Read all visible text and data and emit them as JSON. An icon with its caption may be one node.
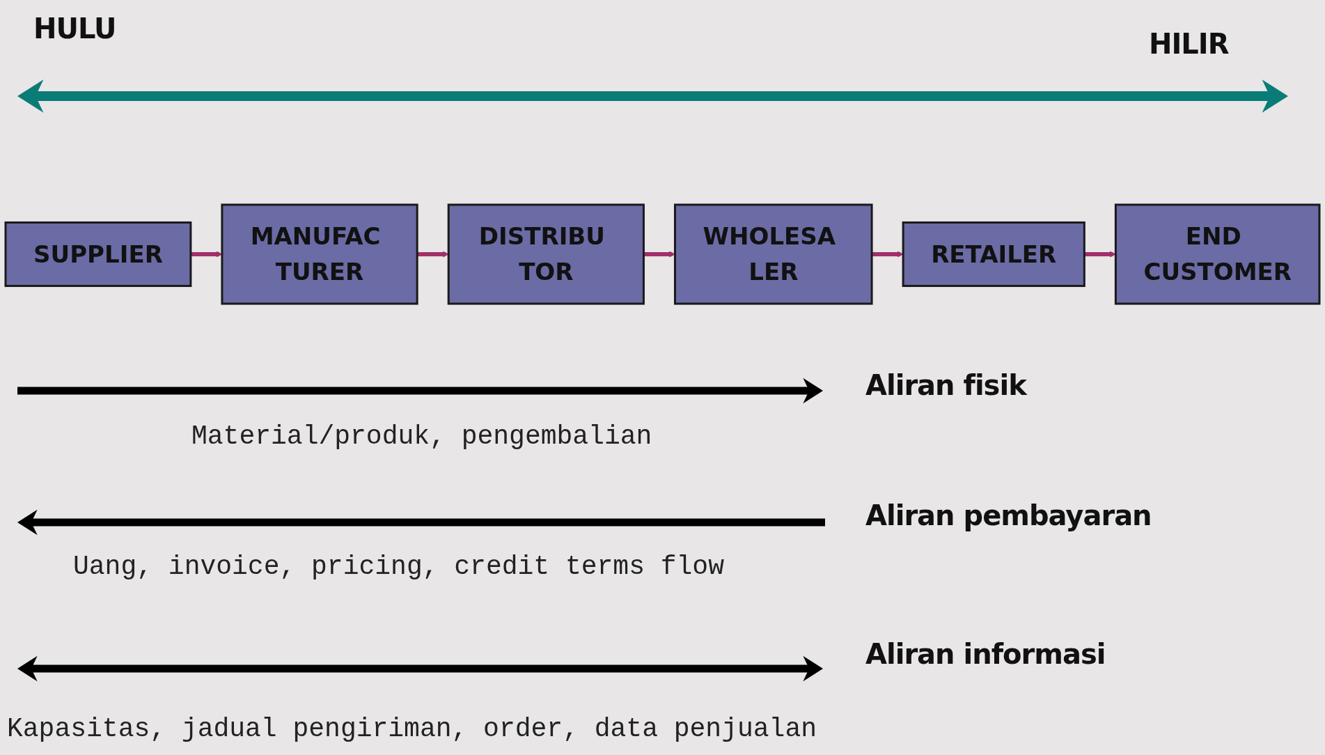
{
  "diagram": {
    "nodes": [
      {
        "text": [
          "SUPPLIER"
        ]
      },
      {
        "text": [
          "MANUFAC TURER"
        ]
      },
      {
        "text": [
          "DISTRIBU TOR"
        ]
      },
      {
        "text": [
          "WHOLESA LER"
        ]
      },
      {
        "text": [
          "RETAILER"
        ]
      },
      {
        "text": [
          "END CUSTOMER"
        ]
      }
    ],
    "edges": [
      {
        "from": 0,
        "to": 1,
        "arrow": "to"
      },
      {
        "from": 1,
        "to": 2,
        "arrow": "to"
      },
      {
        "from": 2,
        "to": 3,
        "arrow": "to"
      },
      {
        "from": 3,
        "to": 4,
        "arrow": "to"
      },
      {
        "from": 4,
        "to": 5,
        "arrow": "to"
      }
    ],
    "labels": [
      "HULU",
      "HILIR",
      "Aliran fisik",
      "Material/produk, pengembalian",
      "Aliran pembayaran",
      "Uang, invoice, pricing, credit terms flow",
      "Aliran informasi",
      "Kapasitas, jadual pengiriman, order, data penjualan"
    ]
  }
}
